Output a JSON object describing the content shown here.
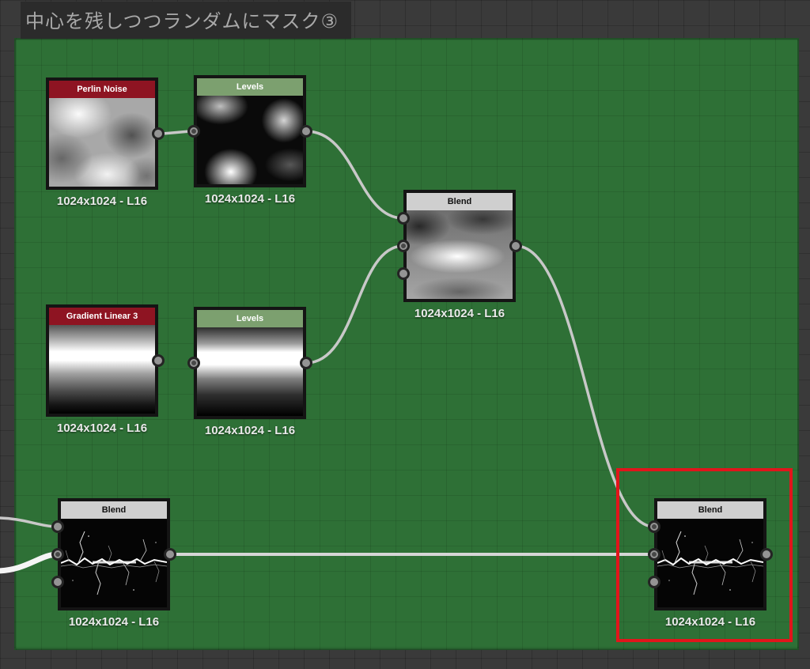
{
  "frame": {
    "title": "中心を残しつつランダムにマスク③"
  },
  "nodes": [
    {
      "id": "perlin-noise",
      "title": "Perlin Noise",
      "label": "1024x1024 - L16"
    },
    {
      "id": "levels-top",
      "title": "Levels",
      "label": "1024x1024 - L16"
    },
    {
      "id": "blend-center",
      "title": "Blend",
      "label": "1024x1024 - L16"
    },
    {
      "id": "gradient-linear-3",
      "title": "Gradient Linear 3",
      "label": "1024x1024 - L16"
    },
    {
      "id": "levels-bottom",
      "title": "Levels",
      "label": "1024x1024 - L16"
    },
    {
      "id": "blend-bottom-left",
      "title": "Blend",
      "label": "1024x1024 - L16"
    },
    {
      "id": "blend-bottom-right",
      "title": "Blend",
      "label": "1024x1024 - L16"
    }
  ],
  "colors": {
    "bg": "#3a3a3a",
    "frame-green": "#2e7036",
    "header-red": "#8e1422",
    "header-green": "#7ca06f",
    "header-gray": "#cfcfcf",
    "wire": "#c8c8c8",
    "wire-bright": "#f5f5f5",
    "highlight-red": "#e1151b",
    "label-color": "#eaeaea",
    "title-color": "#a9a9a9"
  }
}
